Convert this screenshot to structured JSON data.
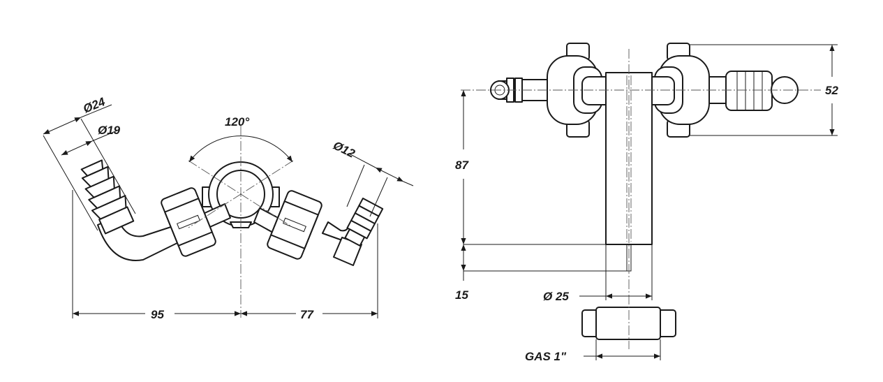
{
  "side_view": {
    "angle_label": "120°",
    "dia_outer_label": "Ø24",
    "dia_inner_label": "Ø19",
    "dia_small_label": "Ø12",
    "left_width_label": "95",
    "right_width_label": "77"
  },
  "front_view": {
    "height_top_label": "52",
    "height_main_label": "87",
    "stub_label": "15",
    "stem_dia_label": "Ø 25",
    "thread_label": "GAS 1\""
  },
  "colors": {
    "line": "#1a1a1a",
    "background": "#ffffff"
  }
}
